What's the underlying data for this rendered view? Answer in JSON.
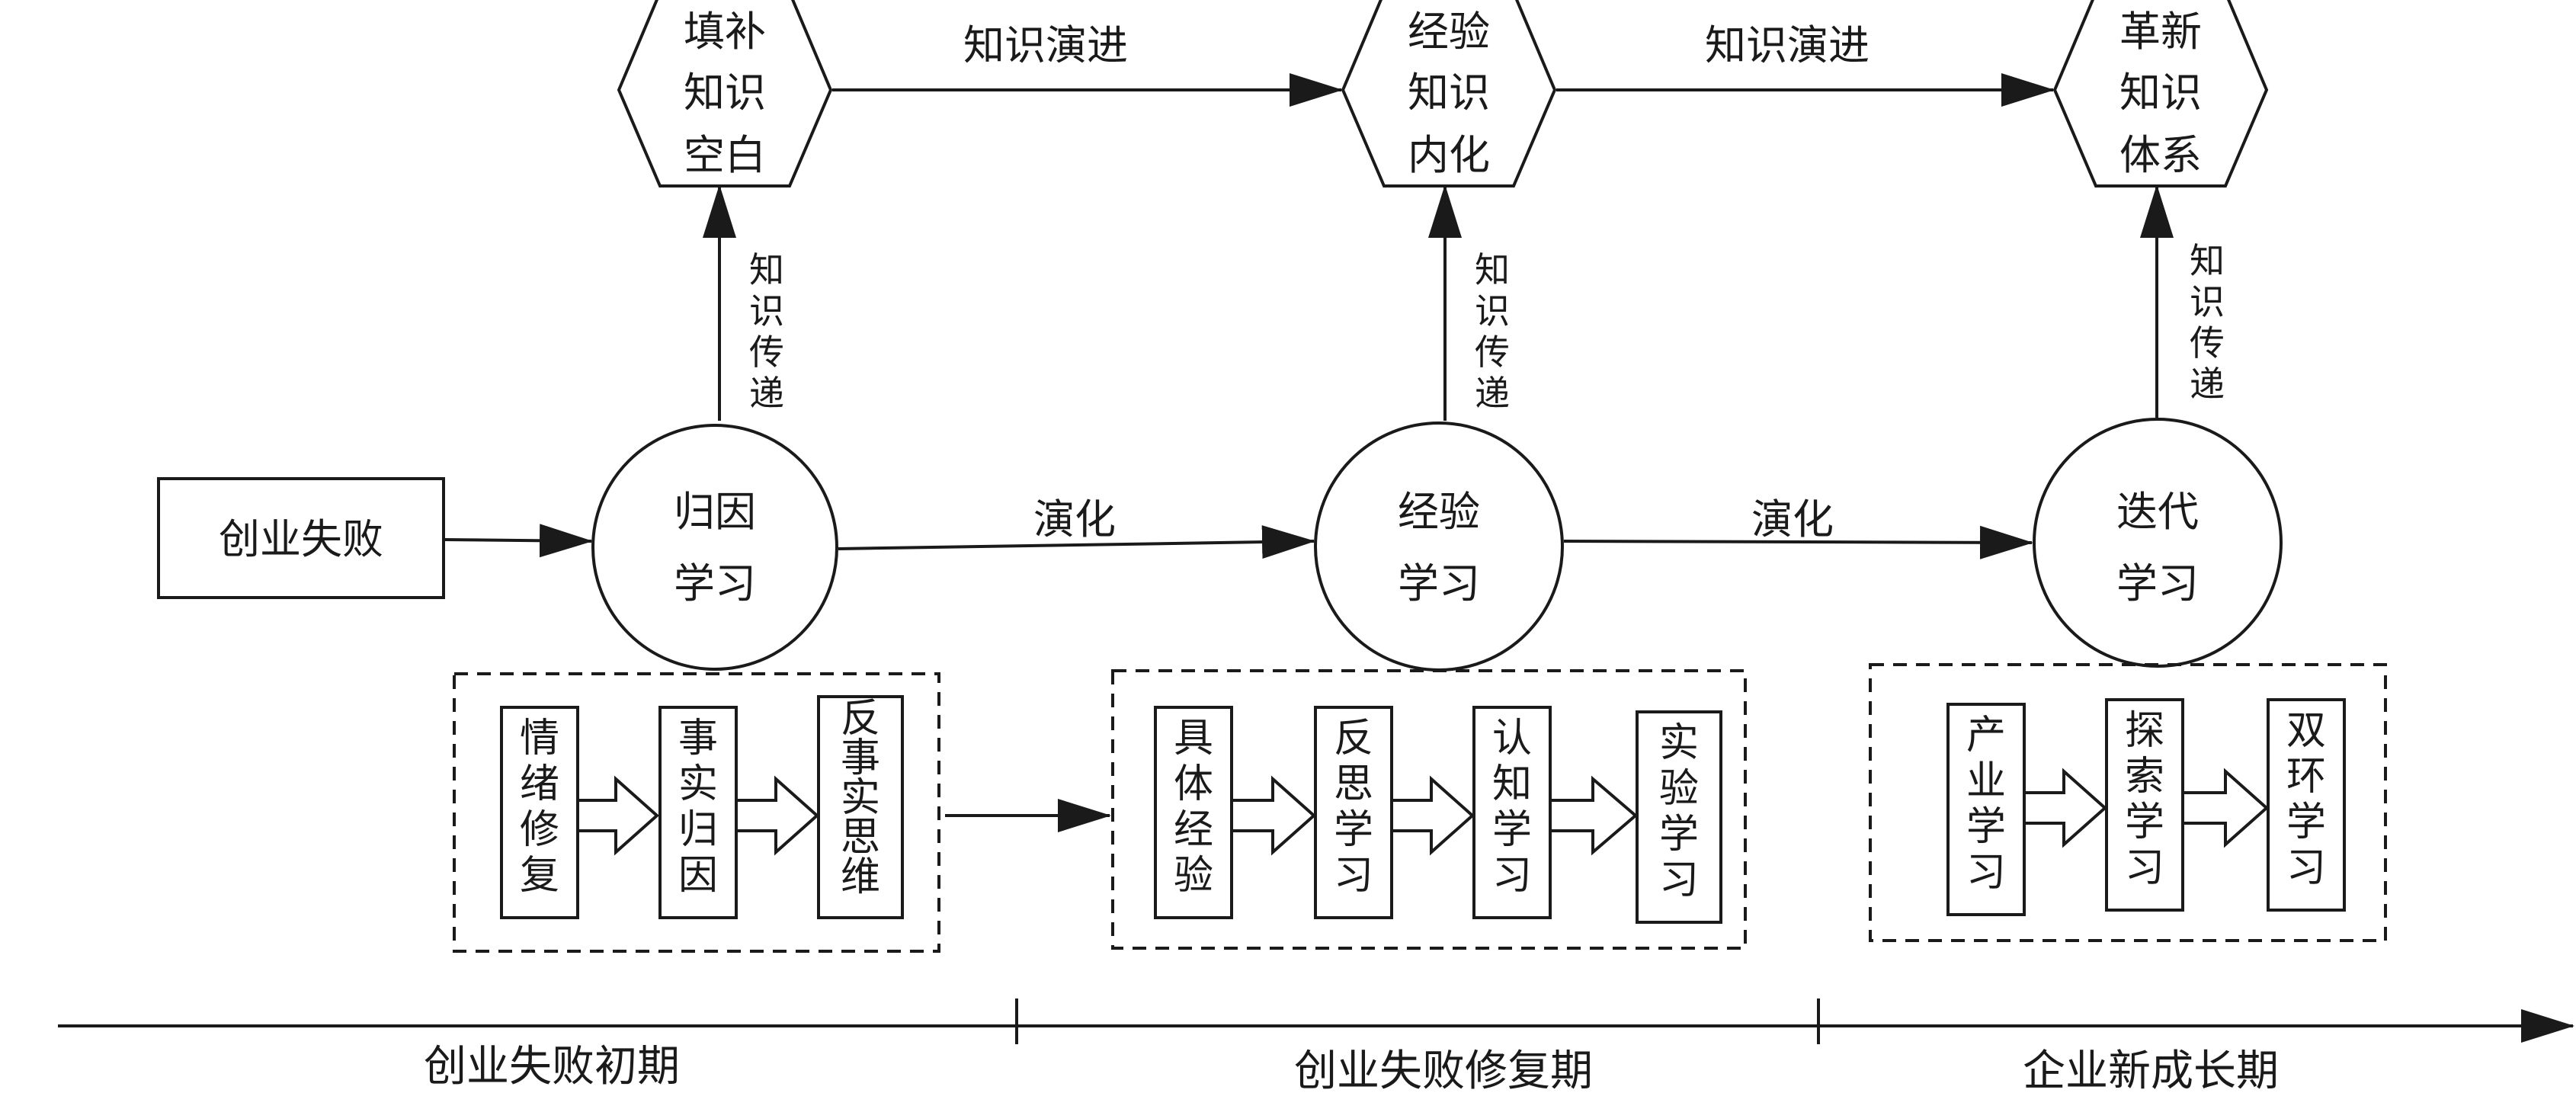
{
  "start_node": {
    "label": "创业失败"
  },
  "learning_nodes": [
    {
      "lines": [
        "归因",
        "学习"
      ]
    },
    {
      "lines": [
        "经验",
        "学习"
      ]
    },
    {
      "lines": [
        "迭代",
        "学习"
      ]
    }
  ],
  "knowledge_nodes": [
    {
      "lines": [
        "填补",
        "知识",
        "空白"
      ]
    },
    {
      "lines": [
        "经验",
        "知识",
        "内化"
      ]
    },
    {
      "lines": [
        "革新",
        "知识",
        "体系"
      ]
    }
  ],
  "evolution_labels": [
    "演化",
    "演化"
  ],
  "knowledge_evolution_labels": [
    "知识演进",
    "知识演进"
  ],
  "knowledge_transfer_label": [
    "知",
    "识",
    "传",
    "递"
  ],
  "process_groups": [
    {
      "steps": [
        [
          "情",
          "绪",
          "修",
          "复"
        ],
        [
          "事",
          "实",
          "归",
          "因"
        ],
        [
          "反",
          "事",
          "实",
          "思",
          "维"
        ]
      ]
    },
    {
      "steps": [
        [
          "具",
          "体",
          "经",
          "验"
        ],
        [
          "反",
          "思",
          "学",
          "习"
        ],
        [
          "认",
          "知",
          "学",
          "习"
        ],
        [
          "实",
          "验",
          "学",
          "习"
        ]
      ]
    },
    {
      "steps": [
        [
          "产",
          "业",
          "学",
          "习"
        ],
        [
          "探",
          "索",
          "学",
          "习"
        ],
        [
          "双",
          "环",
          "学",
          "习"
        ]
      ]
    }
  ],
  "phases": [
    "创业失败初期",
    "创业失败修复期",
    "企业新成长期"
  ]
}
